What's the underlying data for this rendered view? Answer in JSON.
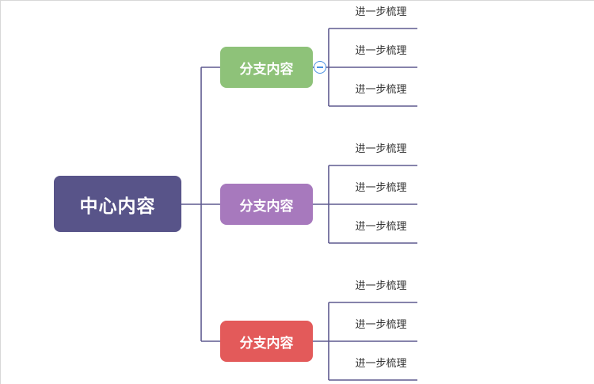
{
  "center": {
    "label": "中心内容",
    "color": "#585489"
  },
  "branches": [
    {
      "label": "分支内容",
      "color": "#8ec279",
      "leaves": [
        "进一步梳理",
        "进一步梳理",
        "进一步梳理"
      ]
    },
    {
      "label": "分支内容",
      "color": "#a779bd",
      "leaves": [
        "进一步梳理",
        "进一步梳理",
        "进一步梳理"
      ]
    },
    {
      "label": "分支内容",
      "color": "#e35a5a",
      "leaves": [
        "进一步梳理",
        "进一步梳理",
        "进一步梳理"
      ]
    }
  ],
  "line_color": "#5f5a8f",
  "collapse_icon": "minus-circle-icon"
}
